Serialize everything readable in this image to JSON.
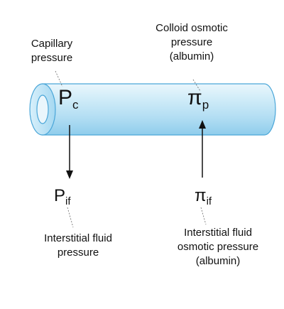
{
  "labels": {
    "capillary_pressure": [
      "Capillary",
      "pressure"
    ],
    "colloid_osmotic_pressure": [
      "Colloid osmotic",
      "pressure",
      "(albumin)"
    ],
    "interstitial_fluid_pressure": [
      "Interstitial fluid",
      "pressure"
    ],
    "interstitial_osmotic_pressure": [
      "Interstitial fluid",
      "osmotic pressure",
      "(albumin)"
    ]
  },
  "symbols": {
    "pc": {
      "main": "P",
      "sub": "c"
    },
    "pi_p": {
      "main": "π",
      "sub": "p"
    },
    "pif": {
      "main": "P",
      "sub": "if"
    },
    "pi_if": {
      "main": "π",
      "sub": "if"
    }
  },
  "colors": {
    "tube_light": "#eaf6fc",
    "tube_mid": "#bde3f5",
    "tube_dark": "#7ec8ea",
    "tube_outline": "#4aa6d8",
    "arrow": "#111111"
  }
}
